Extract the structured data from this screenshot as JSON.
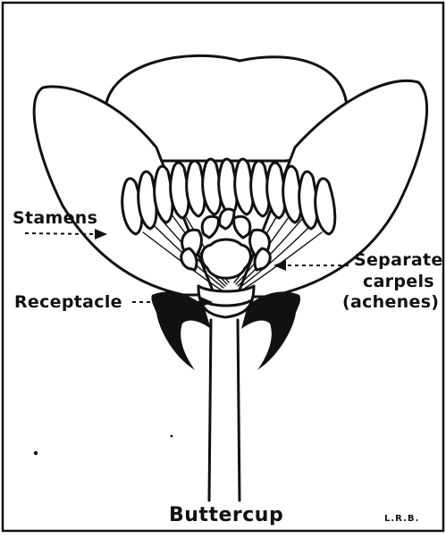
{
  "figure": {
    "title": "Buttercup",
    "initials": "L.R.B.",
    "labels": {
      "stamens": "Stamens",
      "receptacle": "Receptacle",
      "carpels_line1": "Separate",
      "carpels_line2": "carpels",
      "carpels_line3": "(achenes)"
    }
  }
}
